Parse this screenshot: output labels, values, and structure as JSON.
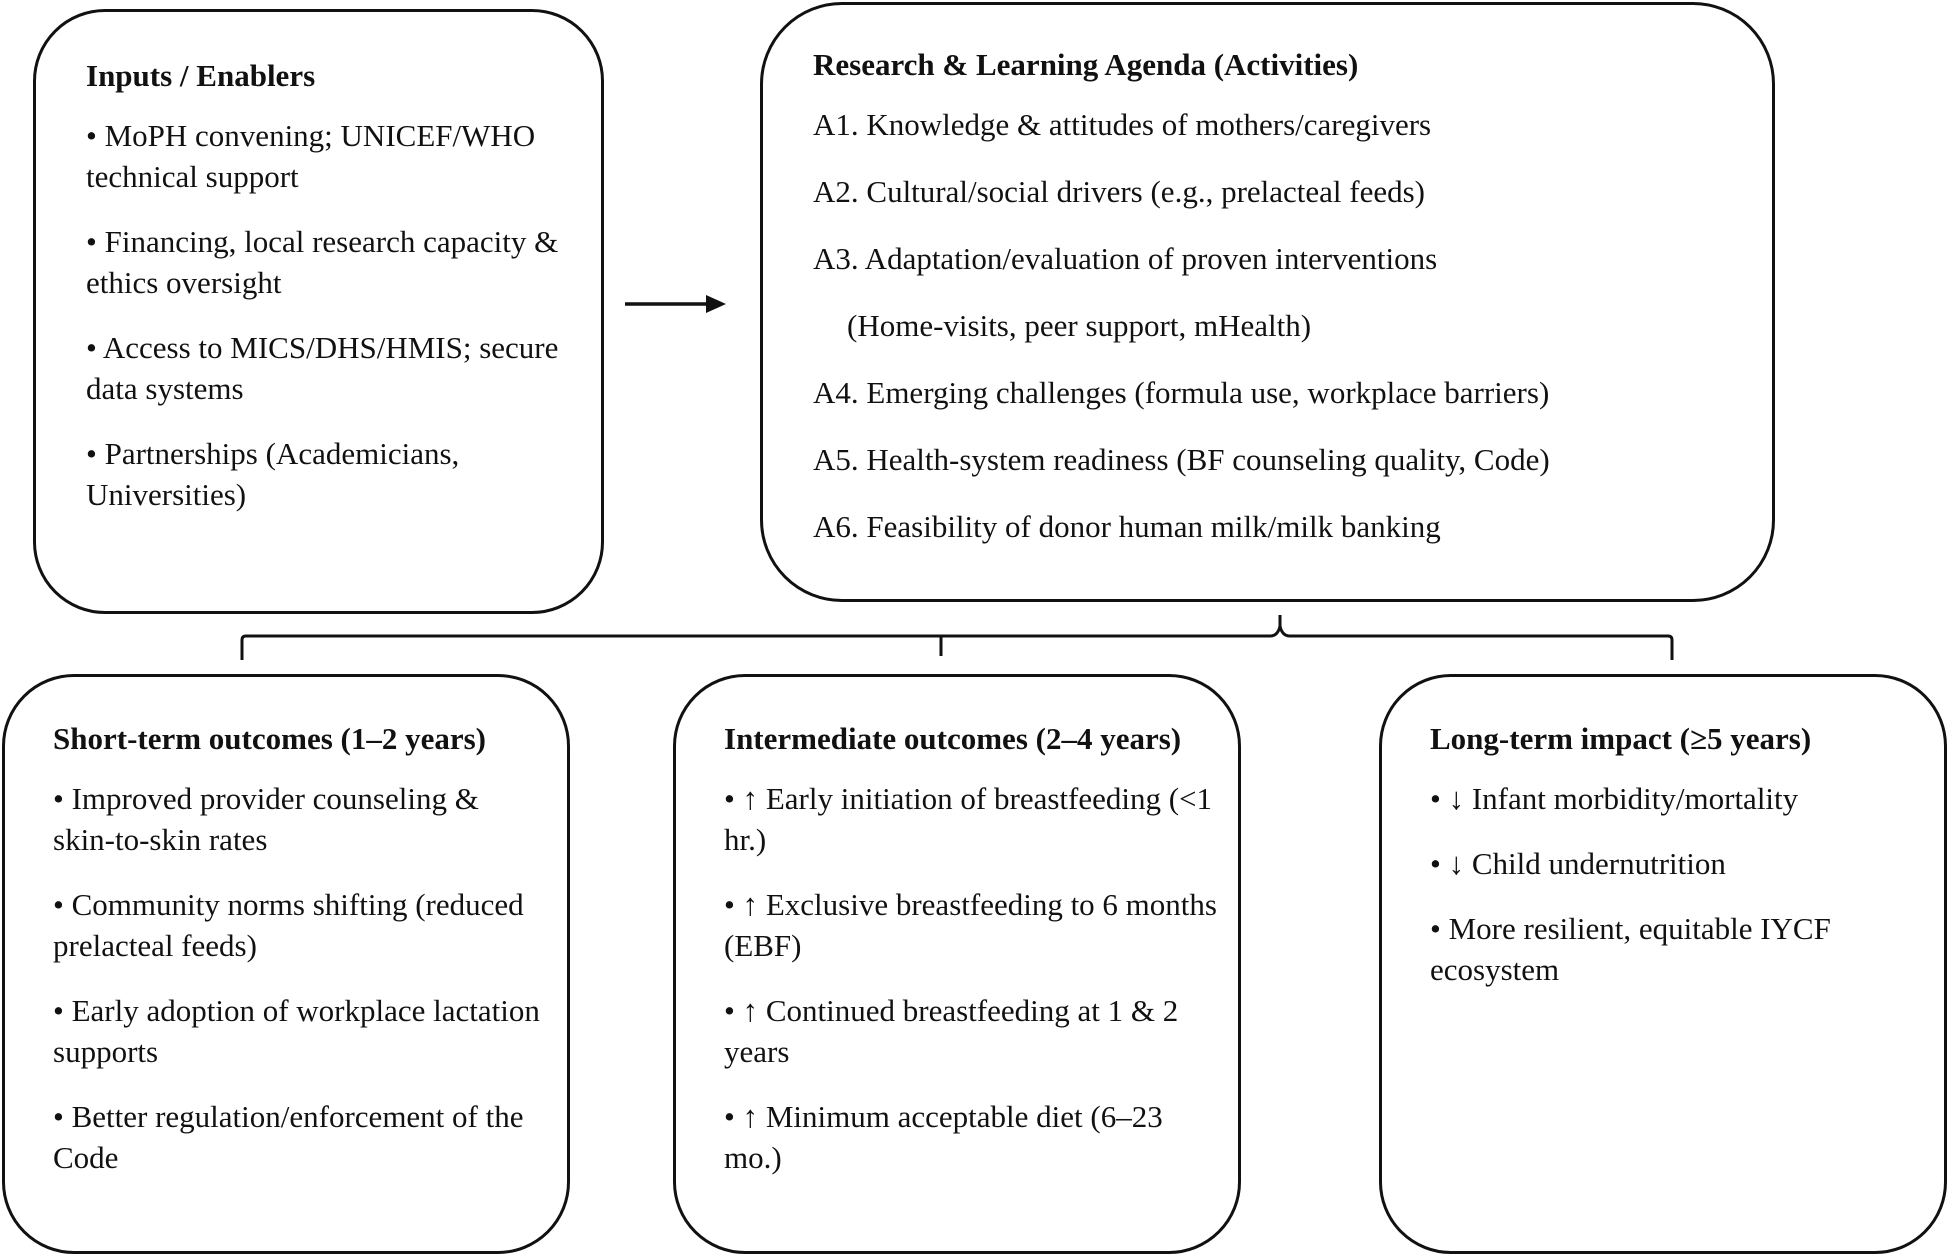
{
  "inputs": {
    "title": "Inputs / Enablers",
    "items": [
      "• MoPH convening; UNICEF/WHO technical support",
      "• Financing, local research capacity & ethics oversight",
      "• Access to MICS/DHS/HMIS; secure data systems",
      "• Partnerships (Academicians, Universities)"
    ]
  },
  "agenda": {
    "title": "Research & Learning Agenda (Activities)",
    "items": [
      "A1. Knowledge & attitudes of mothers/caregivers",
      "A2. Cultural/social drivers (e.g., prelacteal feeds)",
      "A3.  Adaptation/evaluation of proven interventions",
      "(Home-visits, peer support, mHealth)",
      "A4. Emerging challenges (formula use, workplace barriers)",
      "A5. Health-system readiness (BF counseling quality, Code)",
      "A6. Feasibility of donor human milk/milk banking"
    ]
  },
  "short_term": {
    "title": "Short-term outcomes (1–2 years)",
    "items": [
      "• Improved provider counseling & skin-to-skin rates",
      "• Community norms shifting (reduced prelacteal feeds)",
      "• Early adoption of workplace lactation supports",
      "• Better regulation/enforcement of the Code"
    ]
  },
  "intermediate": {
    "title": "Intermediate outcomes (2–4 years)",
    "items": [
      "• ↑ Early initiation of breastfeeding (<1 hr.)",
      "• ↑ Exclusive breastfeeding to 6 months (EBF)",
      "• ↑ Continued breastfeeding at 1 & 2 years",
      "• ↑ Minimum acceptable diet (6–23 mo.)"
    ]
  },
  "long_term": {
    "title": "Long-term impact (≥5 years)",
    "items": [
      "• ↓ Infant morbidity/mortality",
      "• ↓ Child undernutrition",
      "• More resilient, equitable IYCF ecosystem"
    ]
  }
}
